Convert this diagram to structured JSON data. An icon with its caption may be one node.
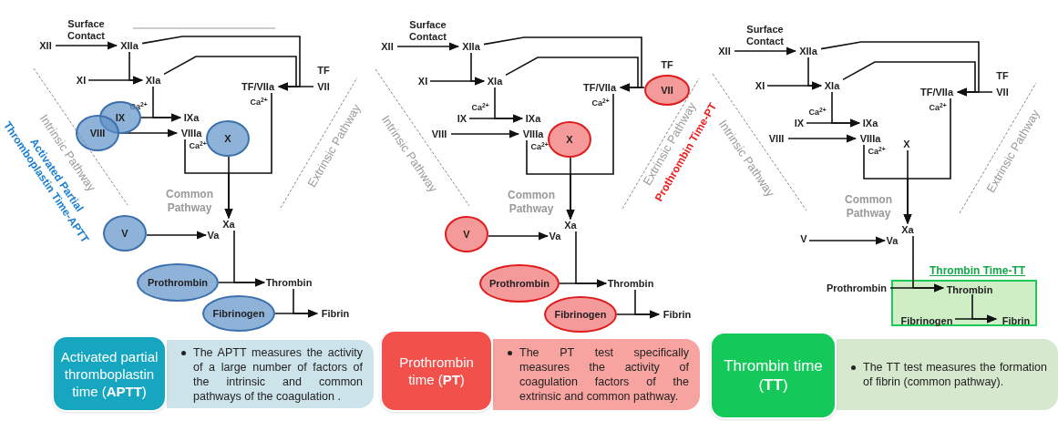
{
  "diagram": {
    "nodes": [
      {
        "text": [
          "XII"
        ]
      },
      {
        "text": [
          "XIIa"
        ]
      },
      {
        "text": [
          "XI"
        ]
      },
      {
        "text": [
          "XIa"
        ]
      },
      {
        "text": [
          "TF/VIIa"
        ]
      },
      {
        "text": [
          "VII"
        ],
        "beside": [
          "TF"
        ]
      },
      {
        "text": [
          "IX"
        ]
      },
      {
        "text": [
          "IXa"
        ]
      },
      {
        "text": [
          "VIII"
        ]
      },
      {
        "text": [
          "VIIIa"
        ]
      },
      {
        "text": [
          "X"
        ]
      },
      {
        "text": [
          "Xa"
        ]
      },
      {
        "text": [
          "V"
        ]
      },
      {
        "text": [
          "Va"
        ]
      },
      {
        "text": [
          "Prothrombin"
        ]
      },
      {
        "text": [
          "Thrombin"
        ]
      },
      {
        "text": [
          "Fibrinogen"
        ]
      },
      {
        "text": [
          "Fibrin"
        ]
      },
      {
        "text": [
          "XII"
        ]
      },
      {
        "text": [
          "XIIa"
        ]
      },
      {
        "text": [
          "XI"
        ]
      },
      {
        "text": [
          "XIa"
        ]
      },
      {
        "text": [
          "TF/VIIa"
        ]
      },
      {
        "text": [
          "VII"
        ],
        "beside": [
          "TF"
        ]
      },
      {
        "text": [
          "IX"
        ]
      },
      {
        "text": [
          "IXa"
        ]
      },
      {
        "text": [
          "VIII"
        ]
      },
      {
        "text": [
          "VIIIa"
        ]
      },
      {
        "text": [
          "X"
        ]
      },
      {
        "text": [
          "Xa"
        ]
      },
      {
        "text": [
          "V"
        ]
      },
      {
        "text": [
          "Va"
        ]
      },
      {
        "text": [
          "Prothrombin"
        ]
      },
      {
        "text": [
          "Thrombin"
        ]
      },
      {
        "text": [
          "Fibrinogen"
        ]
      },
      {
        "text": [
          "Fibrin"
        ]
      },
      {
        "text": [
          "XII"
        ]
      },
      {
        "text": [
          "XIIa"
        ]
      },
      {
        "text": [
          "XI"
        ]
      },
      {
        "text": [
          "XIa"
        ]
      },
      {
        "text": [
          "TF/VIIa"
        ]
      },
      {
        "text": [
          "VII"
        ],
        "beside": [
          "TF"
        ]
      },
      {
        "text": [
          "IX"
        ]
      },
      {
        "text": [
          "IXa"
        ]
      },
      {
        "text": [
          "VIII"
        ]
      },
      {
        "text": [
          "VIIIa"
        ]
      },
      {
        "text": [
          "X"
        ]
      },
      {
        "text": [
          "Xa"
        ]
      },
      {
        "text": [
          "V"
        ]
      },
      {
        "text": [
          "Va"
        ]
      },
      {
        "text": [
          "Thrombin Time-TT"
        ]
      },
      {
        "text": [
          "Prothrombin"
        ]
      },
      {
        "text": [
          "Thrombin"
        ],
        "in": 50
      },
      {
        "text": [
          "Fibrinogen"
        ],
        "in": 50
      },
      {
        "text": [
          "Fibrin"
        ],
        "in": 50
      },
      {
        "text": [
          "Activated partial thromboplastin time (**APTT**)"
        ]
      },
      {
        "text": [
          "The APTT measures the activity of a large number of factors of the intrinsic and common pathways of the coagulation ."
        ]
      },
      {
        "text": [
          "Prothrombin time (**PT**)"
        ]
      },
      {
        "text": [
          "The PT test specifically measures the activity of coagulation factors of the extrinsic and common pathway."
        ]
      },
      {
        "text": [
          "Thrombin time (**TT**)"
        ]
      },
      {
        "text": [
          "The TT test measures the formation of fibrin (common pathway)."
        ]
      }
    ],
    "edges": [
      {
        "from": 0,
        "to": 1,
        "arrow": "to",
        "label": "Surface Contact"
      },
      {
        "from": 2,
        "to": 3,
        "arrow": "to"
      },
      {
        "from": 1,
        "to": 3,
        "arrow": "to"
      },
      {
        "from": 1,
        "to": 4,
        "arrow": "to"
      },
      {
        "from": 3,
        "to": 4,
        "arrow": "to"
      },
      {
        "from": 5,
        "to": 4,
        "arrow": "to"
      },
      {
        "from": 6,
        "to": 7,
        "arrow": "to"
      },
      {
        "from": 3,
        "to": 7,
        "arrow": "to"
      },
      {
        "from": 8,
        "to": 9,
        "arrow": "to"
      },
      {
        "from": 10,
        "to": 11,
        "arrow": "to"
      },
      {
        "from": 9,
        "to": 11,
        "arrow": "to"
      },
      {
        "from": 4,
        "to": 11,
        "arrow": "to"
      },
      {
        "from": 12,
        "to": 13,
        "arrow": "to"
      },
      {
        "from": 14,
        "to": 15,
        "arrow": "to"
      },
      {
        "from": 11,
        "to": 15,
        "arrow": "to"
      },
      {
        "from": 16,
        "to": 17,
        "arrow": "to"
      },
      {
        "from": 15,
        "to": 17,
        "arrow": "to"
      },
      {
        "from": 18,
        "to": 19,
        "arrow": "to",
        "label": "Surface Contact"
      },
      {
        "from": 20,
        "to": 21,
        "arrow": "to"
      },
      {
        "from": 19,
        "to": 21,
        "arrow": "to"
      },
      {
        "from": 19,
        "to": 22,
        "arrow": "to"
      },
      {
        "from": 21,
        "to": 22,
        "arrow": "to"
      },
      {
        "from": 23,
        "to": 22,
        "arrow": "to"
      },
      {
        "from": 24,
        "to": 25,
        "arrow": "to"
      },
      {
        "from": 21,
        "to": 25,
        "arrow": "to"
      },
      {
        "from": 26,
        "to": 27,
        "arrow": "to"
      },
      {
        "from": 28,
        "to": 29,
        "arrow": "to"
      },
      {
        "from": 27,
        "to": 29,
        "arrow": "to"
      },
      {
        "from": 22,
        "to": 29,
        "arrow": "to"
      },
      {
        "from": 30,
        "to": 31,
        "arrow": "to"
      },
      {
        "from": 32,
        "to": 33,
        "arrow": "to"
      },
      {
        "from": 29,
        "to": 33,
        "arrow": "to"
      },
      {
        "from": 34,
        "to": 35,
        "arrow": "to"
      },
      {
        "from": 33,
        "to": 35,
        "arrow": "to"
      },
      {
        "from": 36,
        "to": 37,
        "arrow": "to",
        "label": "Surface Contact"
      },
      {
        "from": 38,
        "to": 39,
        "arrow": "to"
      },
      {
        "from": 37,
        "to": 39,
        "arrow": "to"
      },
      {
        "from": 37,
        "to": 40,
        "arrow": "to"
      },
      {
        "from": 39,
        "to": 40,
        "arrow": "to"
      },
      {
        "from": 41,
        "to": 40,
        "arrow": "to"
      },
      {
        "from": 42,
        "to": 43,
        "arrow": "to"
      },
      {
        "from": 39,
        "to": 43,
        "arrow": "to"
      },
      {
        "from": 44,
        "to": 45,
        "arrow": "to"
      },
      {
        "from": 46,
        "to": 47,
        "arrow": "to"
      },
      {
        "from": 45,
        "to": 47,
        "arrow": "to"
      },
      {
        "from": 40,
        "to": 47,
        "arrow": "to"
      },
      {
        "from": 48,
        "to": 49,
        "arrow": "to"
      },
      {
        "from": 51,
        "to": 52,
        "arrow": "to"
      },
      {
        "from": 47,
        "to": 52,
        "arrow": "to"
      },
      {
        "from": 53,
        "to": 54,
        "arrow": "to"
      },
      {
        "from": 52,
        "to": 54,
        "arrow": "to"
      }
    ],
    "labels": [
      "Ca$^{2+}$",
      "Ca$^{2+}$",
      "Ca$^{2+}$",
      "Intrinsic Pathway",
      "Activated Partial Thromboplastin Time-APTT",
      "Common Pathway",
      "Extrinsic Pathway",
      "Ca$^{2+}$",
      "Ca$^{2+}$",
      "Ca$^{2+}$",
      "Intrinsic Pathway",
      "Common Pathway",
      "Extrinsic Pathway",
      "Prothrombin Time-PT",
      "Ca$^{2+}$",
      "Ca$^{2+}$",
      "Ca$^{2+}$",
      "Intrinsic Pathway",
      "Common Pathway",
      "Extrinsic Pathway"
    ]
  }
}
